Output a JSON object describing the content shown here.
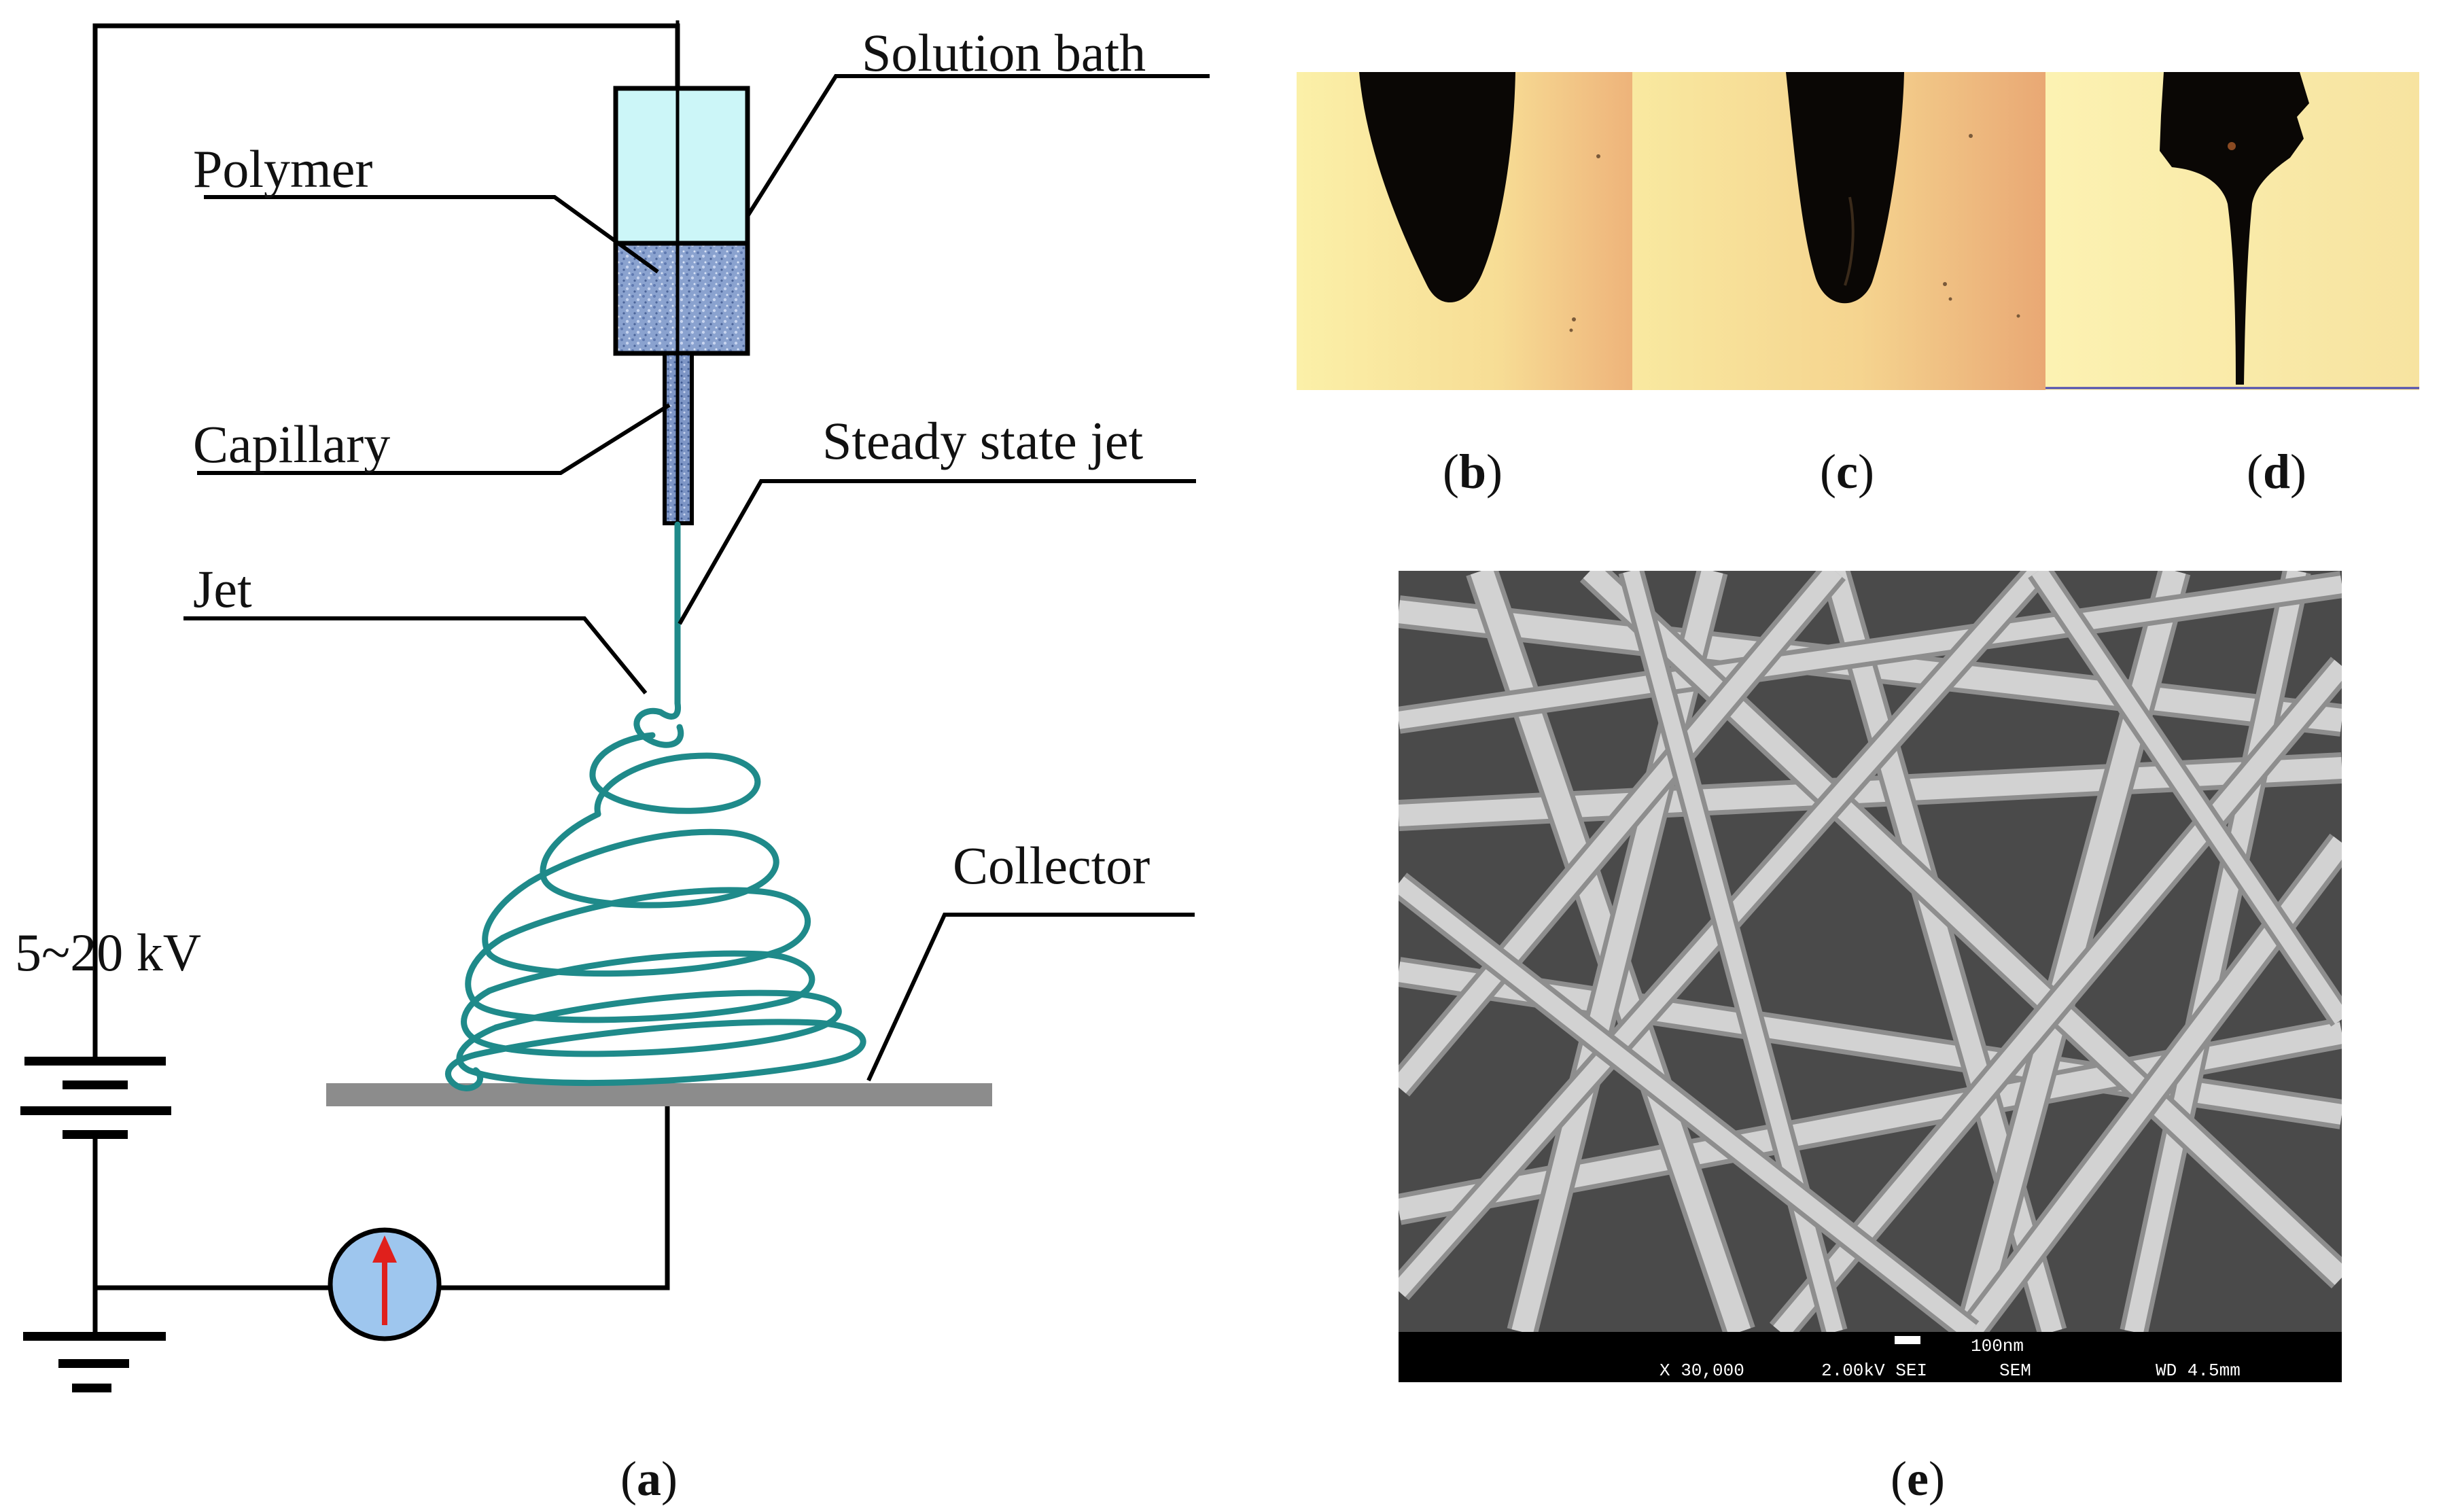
{
  "labels": {
    "solution_bath": "Solution bath",
    "polymer": "Polymer",
    "capillary": "Capillary",
    "steady_state_jet": "Steady state jet",
    "jet": "Jet",
    "collector": "Collector",
    "voltage": "5~20 kV"
  },
  "panels": {
    "a": "a",
    "b": "b",
    "c": "c",
    "d": "d",
    "e": "e"
  },
  "sem": {
    "scale": "100nm",
    "magnification": "X 30,000",
    "voltage": "2.00kV SEI",
    "mode": "SEM",
    "wd": "WD 4.5mm"
  },
  "colors": {
    "jet": "#1f8a8a",
    "bath": "#ccf6f8",
    "polymer": "#7f98c8",
    "photo_bg": "#f7e7a0",
    "meter": "#9ec6ee",
    "meter_arrow": "#e0201c",
    "collector": "#8c8c8c"
  }
}
